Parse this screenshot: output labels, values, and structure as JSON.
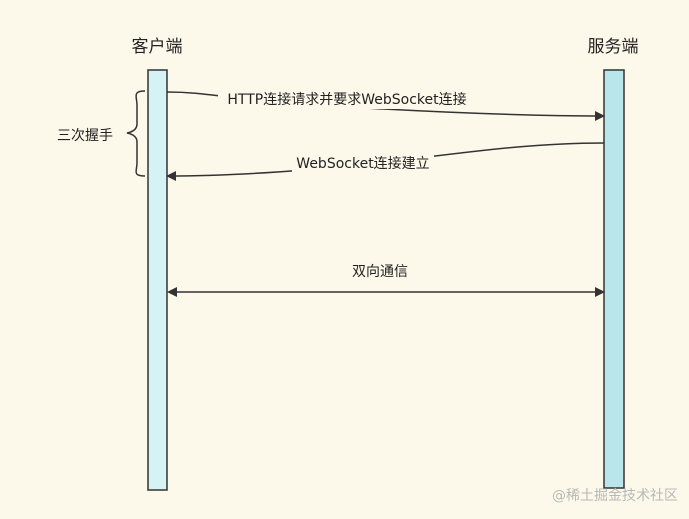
{
  "participants": {
    "client": "客户端",
    "server": "服务端"
  },
  "brace_label": "三次握手",
  "messages": {
    "request": "HTTP连接请求并要求WebSocket连接",
    "established": "WebSocket连接建立",
    "bidirectional": "双向通信"
  },
  "watermark": "@稀土掘金技术社区",
  "colors": {
    "background": "#fcf9ea",
    "lifeline_fill": "#d5f2f4",
    "server_lifeline_fill": "#b9e6ea",
    "stroke": "#333333",
    "watermark": "#b8b8b8"
  }
}
